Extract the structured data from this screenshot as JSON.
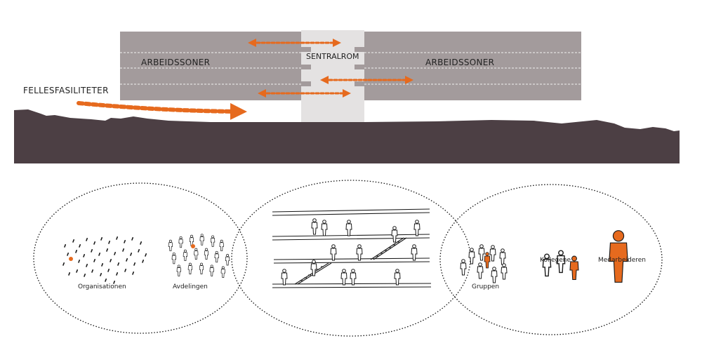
{
  "labels": {
    "work_zone_left": "ARBEIDSSONER",
    "work_zone_right": "ARBEIDSSONER",
    "central_room": "SENTRALROM",
    "shared_facilities": "FELLESFASILITETER"
  },
  "circles": {
    "organisation": "Organisationen",
    "department": "Avdelingen",
    "group": "Gruppen",
    "colleague": "Kollegene",
    "employee": "Medarbeideren"
  },
  "colors": {
    "building": "#a39b9c",
    "central": "#e4e2e2",
    "terrain": "#4c3f44",
    "accent": "#e66a1e",
    "ink": "#1a1a1a"
  },
  "icons": {
    "arrow": "dotted-double-arrow",
    "person": "person-figure"
  }
}
